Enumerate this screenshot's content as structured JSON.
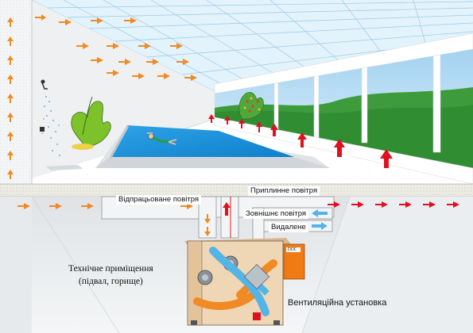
{
  "labels": {
    "exhaust_air": "Відпрацьоване повітря",
    "supply_air": "Приплинне повітря",
    "outdoor_air": "Зовнішнє повітря",
    "removed_air": "Видалене",
    "technical_room_line1": "Технічне приміщення",
    "technical_room_line2": "(підвал, горище)",
    "ventilation_unit": "Вентиляційна установка",
    "doc_badge": "DOC"
  },
  "colors": {
    "exhaust_arrow": "#f08a24",
    "supply_arrow": "#e0101e",
    "outdoor_arrow": "#55b4e6",
    "pool_water": "#1a8fd6",
    "unit_body": "#e8c9a0",
    "control_box": "#f07a14"
  }
}
